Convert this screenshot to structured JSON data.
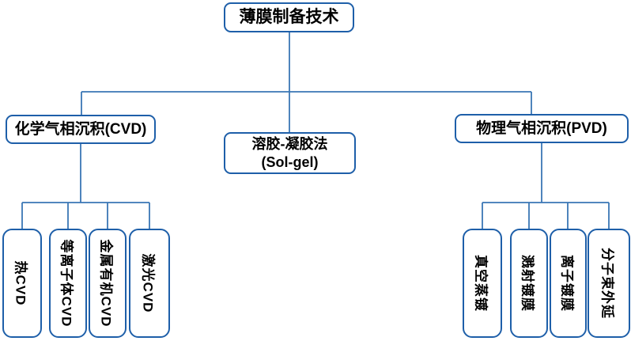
{
  "diagram": {
    "root": {
      "label": "薄膜制备技术"
    },
    "branches": {
      "cvd": {
        "label": "化学气相沉积(CVD)"
      },
      "solgel": {
        "label_line1": "溶胶-凝胶法",
        "label_line2": "(Sol-gel)"
      },
      "pvd": {
        "label": "物理气相沉积(PVD)"
      }
    },
    "cvd_children": [
      {
        "label": "热CVD"
      },
      {
        "label": "等离子体CVD"
      },
      {
        "label": "金属有机CVD"
      },
      {
        "label": "激光CVD"
      }
    ],
    "pvd_children": [
      {
        "label": "真空蒸镀"
      },
      {
        "label": "溅射镀膜"
      },
      {
        "label": "离子镀膜"
      },
      {
        "label": "分子束外延"
      }
    ]
  },
  "colors": {
    "border": "#1e5fa9",
    "line": "#3a76b4",
    "text": "#000000",
    "background": "#ffffff"
  }
}
